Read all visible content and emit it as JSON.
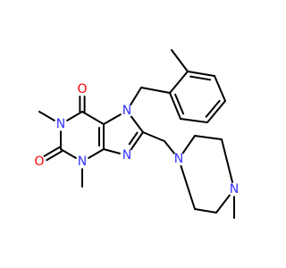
{
  "molecule": {
    "colors": {
      "bond": "#000000",
      "nitrogen": "#3333ff",
      "oxygen": "#ff0000",
      "background": "#ffffff"
    },
    "atoms": [
      {
        "id": "O6",
        "label": "O",
        "element": "oxygen"
      },
      {
        "id": "O2",
        "label": "O",
        "element": "oxygen"
      },
      {
        "id": "N1",
        "label": "N",
        "element": "nitrogen"
      },
      {
        "id": "N3",
        "label": "N",
        "element": "nitrogen"
      },
      {
        "id": "N7",
        "label": "N",
        "element": "nitrogen"
      },
      {
        "id": "N9",
        "label": "N",
        "element": "nitrogen"
      },
      {
        "id": "NPa",
        "label": "N",
        "element": "nitrogen"
      },
      {
        "id": "NPb",
        "label": "N",
        "element": "nitrogen"
      }
    ]
  }
}
